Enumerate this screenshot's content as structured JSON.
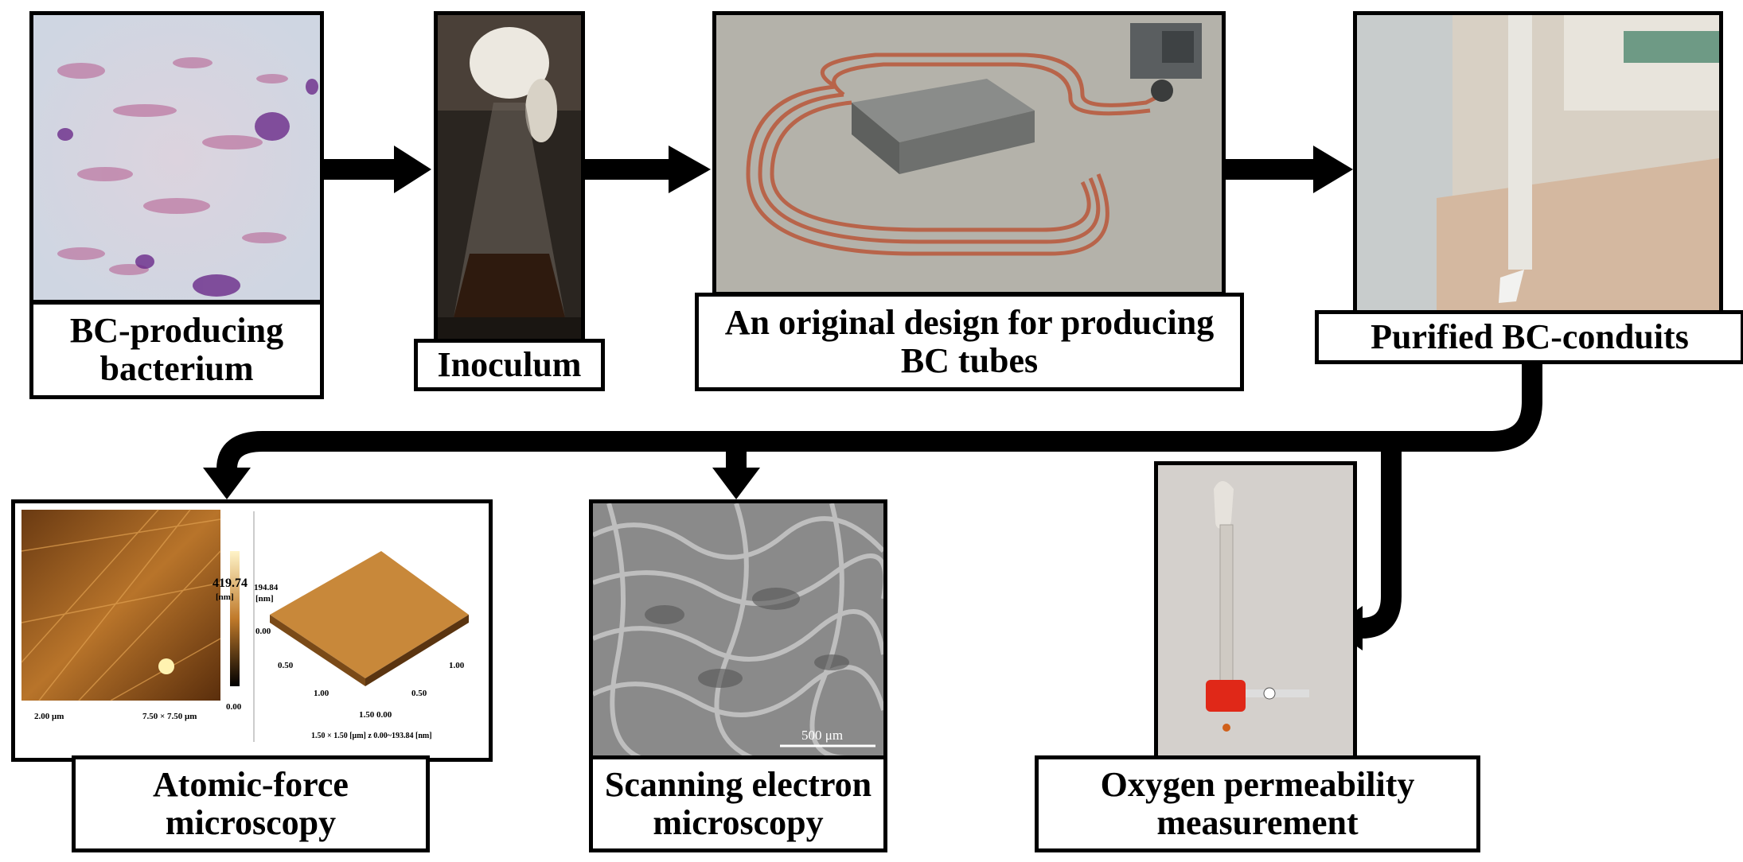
{
  "steps": {
    "bacterium": {
      "label": "BC-producing\nbacterium"
    },
    "inoculum": {
      "label": "Inoculum"
    },
    "design": {
      "label": "An original design for producing\nBC tubes"
    },
    "purified": {
      "label": "Purified BC-conduits"
    },
    "afm": {
      "label": "Atomic-force\nmicroscopy",
      "scale_label": "2.00 μm",
      "area_label": "7.50 × 7.50 μm",
      "bar_max": "419.74",
      "bar_unit": "[nm]",
      "bar_min": "0.00",
      "z_max": "194.84",
      "z_unit": "[nm]",
      "z_min": "0.00",
      "tick_a": "0.50",
      "tick_b": "1.00",
      "tick_c": "1.00",
      "tick_d": "0.50",
      "tick_e": "1.50 0.00",
      "footer": "1.50 × 1.50 [μm] z 0.00~193.84 [nm]"
    },
    "sem": {
      "label": "Scanning electron\nmicroscopy",
      "scale_label": "500 μm"
    },
    "oxygen": {
      "label": "Oxygen permeability\nmeasurement"
    }
  },
  "colors": {
    "border": "#000000",
    "arrow": "#000000",
    "tube": "#b8644a"
  }
}
